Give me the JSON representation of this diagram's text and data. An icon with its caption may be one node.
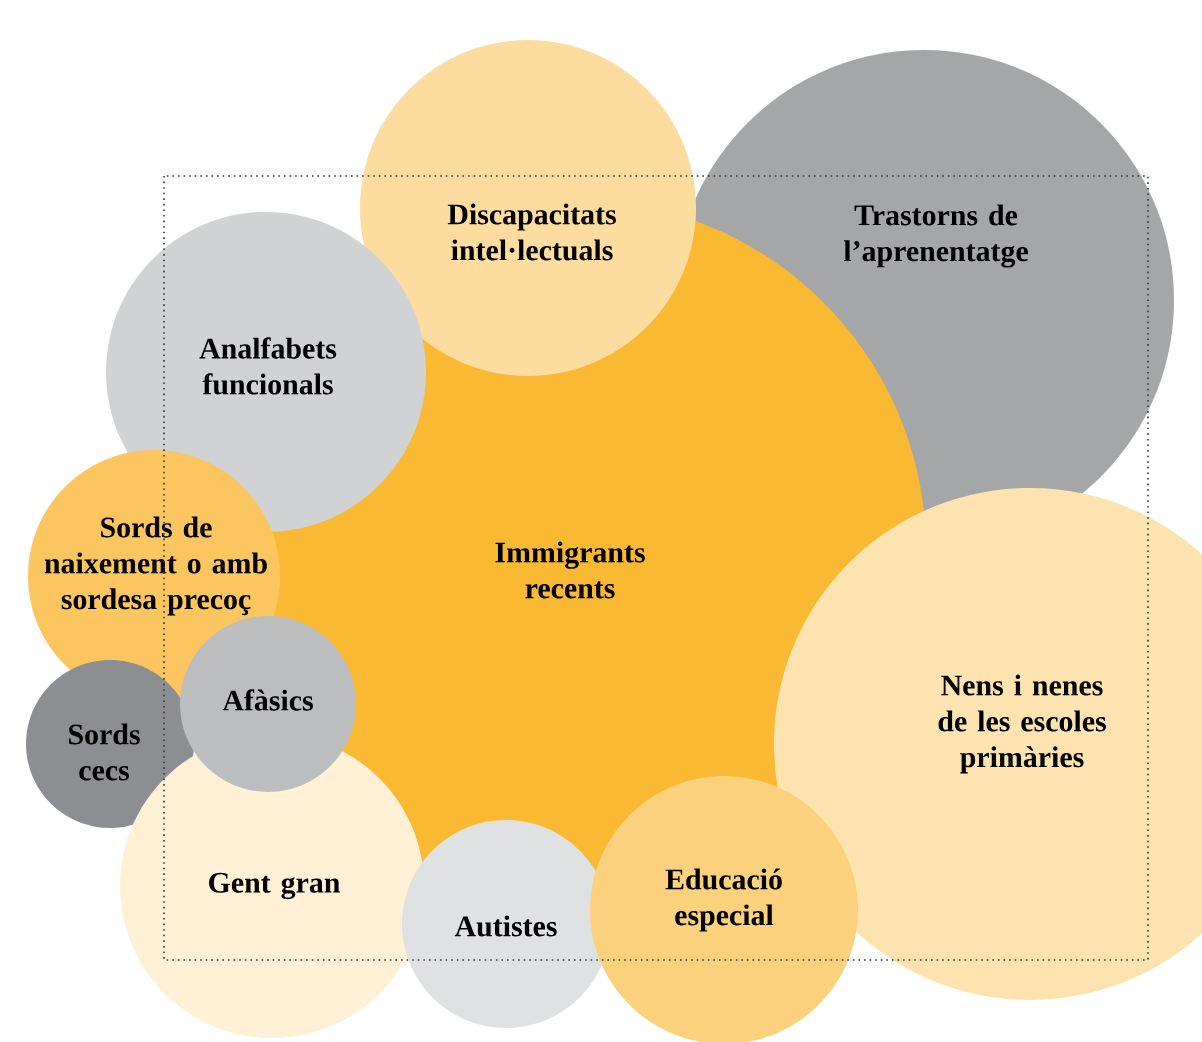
{
  "diagram": {
    "nodes": [
      {
        "text": [
          "Discapacitats intel·lectuals"
        ]
      },
      {
        "text": [
          "Trastorns de l’aprenentatge"
        ]
      },
      {
        "text": [
          "Analfabets funcionals"
        ]
      },
      {
        "text": [
          "Immigrants recents"
        ]
      },
      {
        "text": [
          "Sords de naixement o amb sordesa precoç"
        ]
      },
      {
        "text": [
          "Nens i nenes de les escoles primàries"
        ]
      },
      {
        "text": [
          "Sords cecs"
        ]
      },
      {
        "text": [
          "Afàsics"
        ]
      },
      {
        "text": [
          "Gent gran"
        ]
      },
      {
        "text": [
          "Autistes"
        ]
      },
      {
        "text": [
          "Educació especial"
        ]
      }
    ]
  }
}
